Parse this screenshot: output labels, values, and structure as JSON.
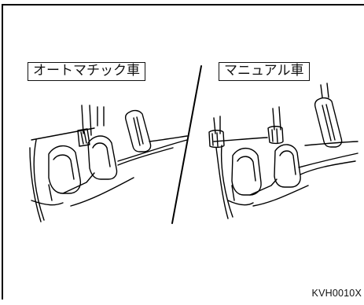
{
  "labels": {
    "automatic": "オートマチック車",
    "manual": "マニュアル車"
  },
  "figure_code": "KVH0010X"
}
